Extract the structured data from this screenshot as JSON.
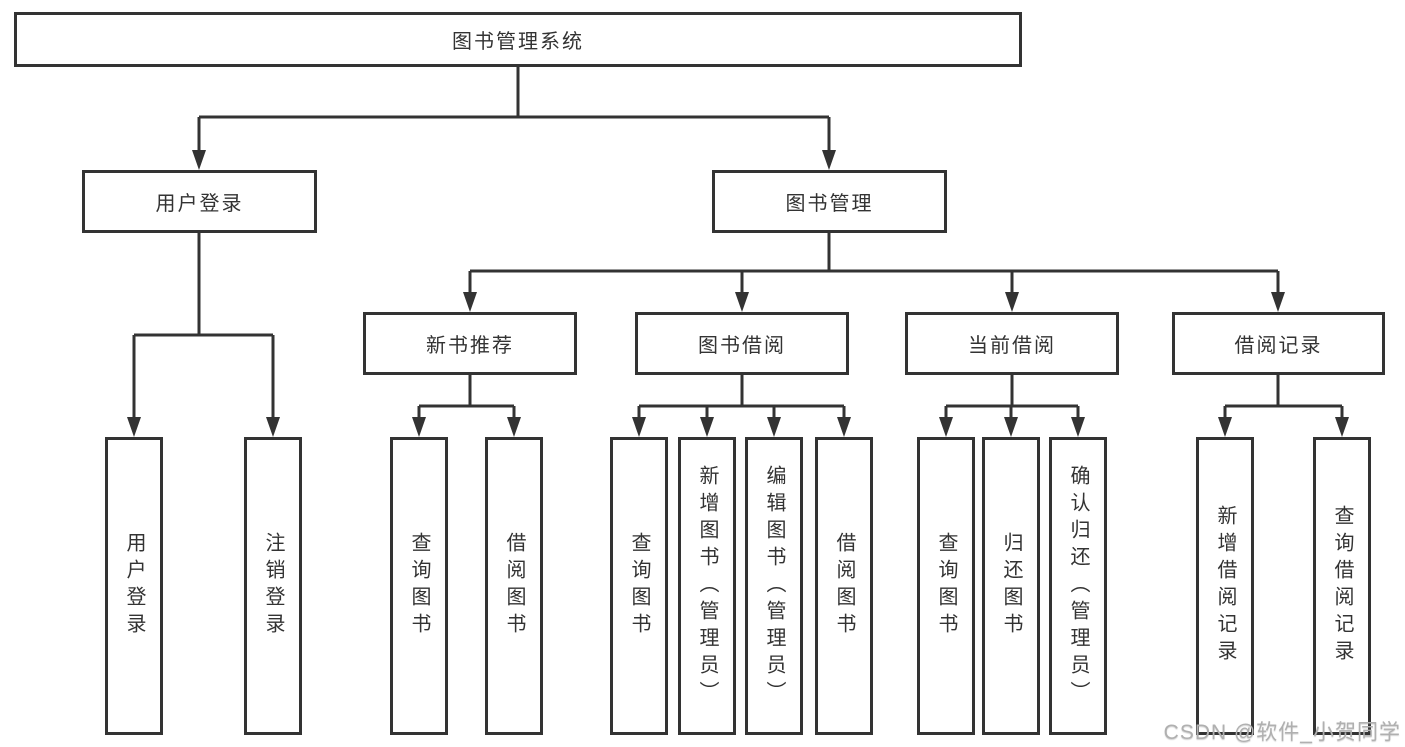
{
  "diagram_title": "图书管理系统",
  "colors": {
    "line": "#333333",
    "box_border": "#333333",
    "text": "#333333",
    "watermark": "#b0b0b0",
    "background": "#ffffff"
  },
  "tree": {
    "label": "图书管理系统",
    "children": [
      {
        "label": "用户登录",
        "children": [
          {
            "label": "用户登录"
          },
          {
            "label": "注销登录"
          }
        ]
      },
      {
        "label": "图书管理",
        "children": [
          {
            "label": "新书推荐",
            "children": [
              {
                "label": "查询图书"
              },
              {
                "label": "借阅图书"
              }
            ]
          },
          {
            "label": "图书借阅",
            "children": [
              {
                "label": "查询图书"
              },
              {
                "label": "新增图书（管理员）"
              },
              {
                "label": "编辑图书（管理员）"
              },
              {
                "label": "借阅图书"
              }
            ]
          },
          {
            "label": "当前借阅",
            "children": [
              {
                "label": "查询图书"
              },
              {
                "label": "归还图书"
              },
              {
                "label": "确认归还（管理员）"
              }
            ]
          },
          {
            "label": "借阅记录",
            "children": [
              {
                "label": "新增借阅记录"
              },
              {
                "label": "查询借阅记录"
              }
            ]
          }
        ]
      }
    ]
  },
  "watermark": {
    "text": "CSDN @软件_小贺同学"
  }
}
